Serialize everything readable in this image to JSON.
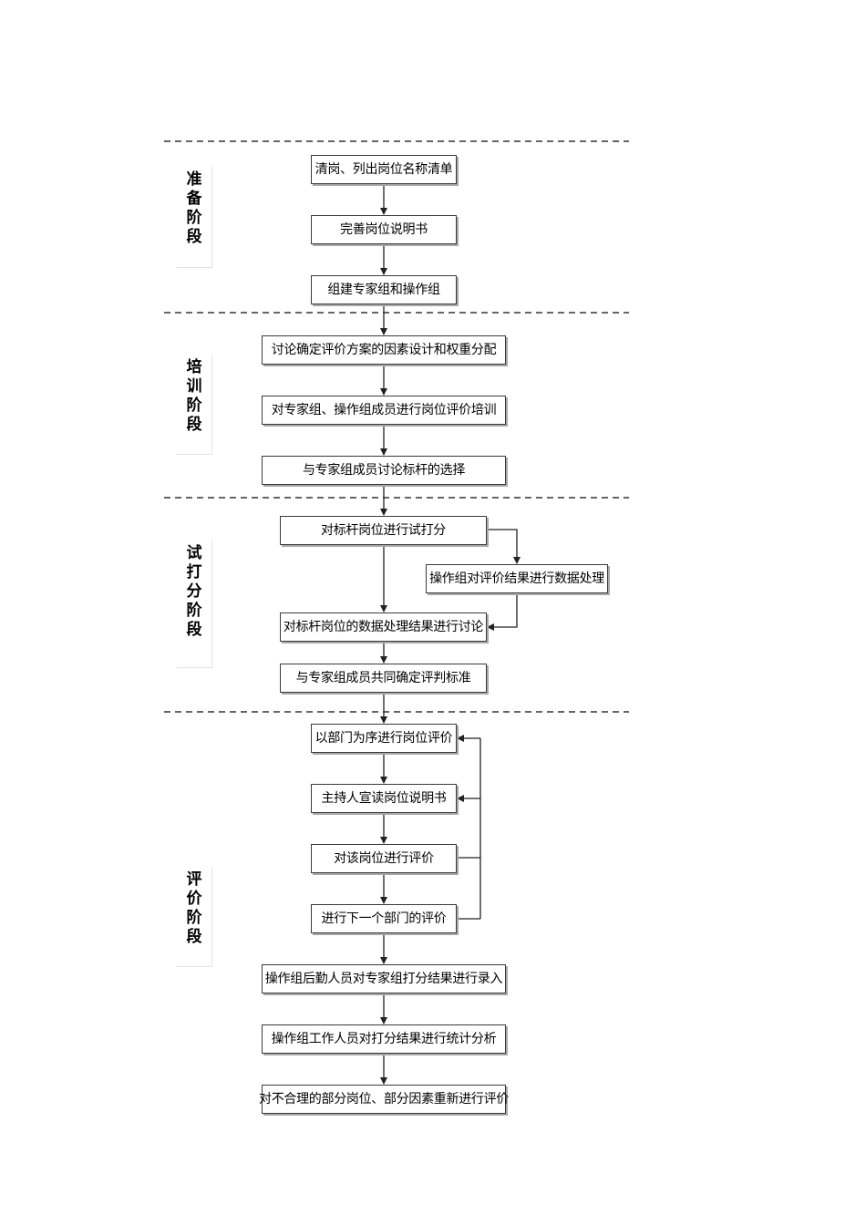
{
  "stages": {
    "prep": "准备阶段",
    "training": "培训阶段",
    "trial": "试打分阶段",
    "evaluation": "评价阶段"
  },
  "steps": {
    "s1": "清岗、列出岗位名称清单",
    "s2": "完善岗位说明书",
    "s3": "组建专家组和操作组",
    "s4": "讨论确定评价方案的因素设计和权重分配",
    "s5": "对专家组、操作组成员进行岗位评价培训",
    "s6": "与专家组成员讨论标杆的选择",
    "s7": "对标杆岗位进行试打分",
    "s8": "操作组对评价结果进行数据处理",
    "s9": "对标杆岗位的数据处理结果进行讨论",
    "s10": "与专家组成员共同确定评判标准",
    "s11": "以部门为序进行岗位评价",
    "s12": "主持人宣读岗位说明书",
    "s13": "对该岗位进行评价",
    "s14": "进行下一个部门的评价",
    "s15": "操作组后勤人员对专家组打分结果进行录入",
    "s16": "操作组工作人员对打分结果进行统计分析",
    "s17": "对不合理的部分岗位、部分因素重新进行评价"
  }
}
